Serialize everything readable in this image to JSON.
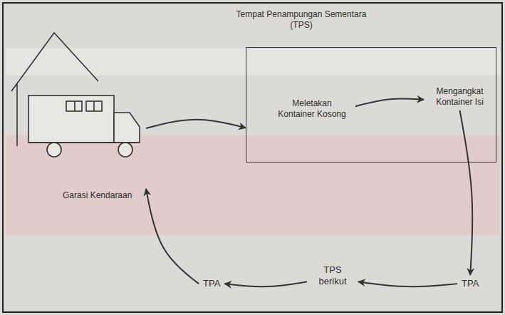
{
  "diagram": {
    "nodes": [
      {
        "text": [
          "Garasi Kendaraan"
        ]
      },
      {
        "text": [
          "Tempat Penampungan Sementara (TPS)"
        ]
      },
      {
        "text": [
          "Meletakan Kontainer Kosong"
        ],
        "in": 1
      },
      {
        "text": [
          "Mengangkat Kontainer Isi"
        ],
        "in": 1
      },
      {
        "text": [
          "TPA"
        ]
      },
      {
        "text": [
          "TPS berikut"
        ]
      },
      {
        "text": [
          "TPA"
        ]
      }
    ],
    "edges": [
      {
        "from": 0,
        "to": 1,
        "arrow": "to"
      },
      {
        "from": 2,
        "to": 3,
        "arrow": "to"
      },
      {
        "from": 3,
        "to": 4,
        "arrow": "to"
      },
      {
        "from": 4,
        "to": 5,
        "arrow": "to"
      },
      {
        "from": 5,
        "to": 6,
        "arrow": "to"
      },
      {
        "from": 6,
        "to": 0,
        "arrow": "to"
      }
    ]
  }
}
